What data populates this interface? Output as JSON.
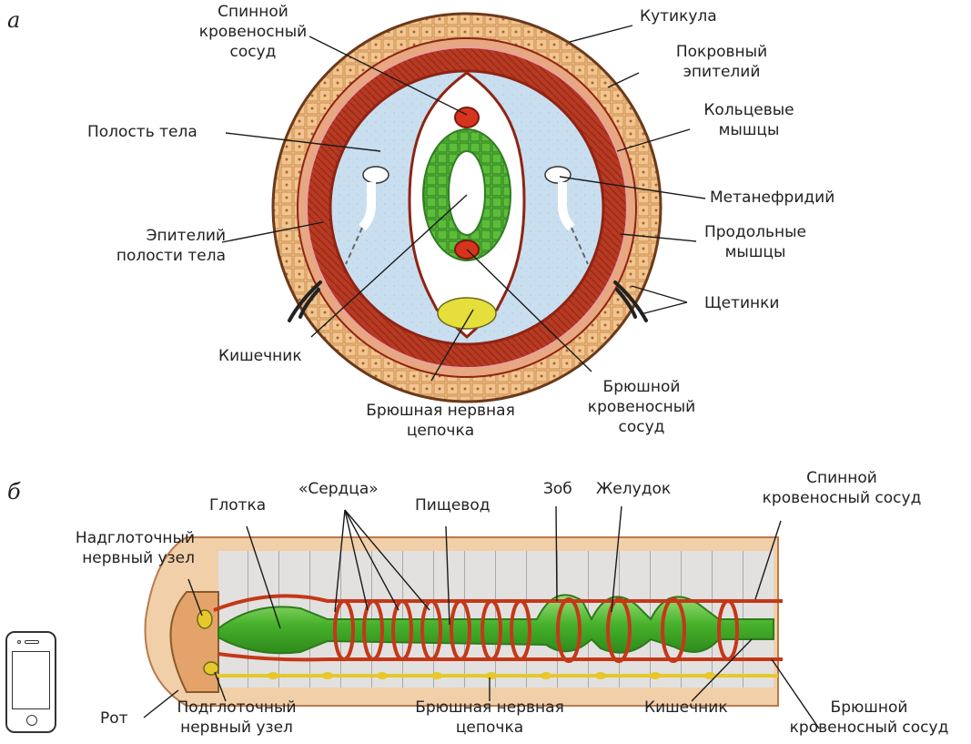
{
  "panel_a": {
    "letter": "а",
    "labels": {
      "dorsal_vessel": [
        "Спинной",
        "кровеносный",
        "сосуд"
      ],
      "cuticle": "Кутикула",
      "epithelium": [
        "Покровный",
        "эпителий"
      ],
      "circular_muscles": [
        "Кольцевые",
        "мышцы"
      ],
      "body_cavity": "Полость тела",
      "metanephridium": "Метанефридий",
      "cavity_epithelium": [
        "Эпителий",
        "полости тела"
      ],
      "longitudinal_muscles": [
        "Продольные",
        "мышцы"
      ],
      "setae": "Щетинки",
      "intestine": "Кишечник",
      "ventral_vessel": [
        "Брюшной",
        "кровеносный",
        "сосуд"
      ],
      "ventral_nerve_cord": [
        "Брюшная нервная",
        "цепочка"
      ]
    }
  },
  "panel_b": {
    "letter": "б",
    "labels": {
      "pharynx": "Глотка",
      "hearts": "«Сердца»",
      "esophagus": "Пищевод",
      "crop": "Зоб",
      "stomach": "Желудок",
      "dorsal_vessel": [
        "Спинной",
        "кровеносный сосуд"
      ],
      "supra_ganglion": [
        "Надглоточный",
        "нервный узел"
      ],
      "mouth": "Рот",
      "sub_ganglion": [
        "Подглоточный",
        "нервный узел"
      ],
      "ventral_nerve_cord": [
        "Брюшная нервная",
        "цепочка"
      ],
      "intestine": "Кишечник",
      "ventral_vessel": [
        "Брюшной",
        "кровеносный сосуд"
      ]
    }
  },
  "colors": {
    "outer_ring": "#f2c590",
    "muscle": "#b73a22",
    "cavity": "#c9dff0",
    "gut": "#5cbd3b",
    "vessel": "#d7341d",
    "nerve": "#e6de3a",
    "skin": "#f1cfa8",
    "line": "#1a1a1a"
  },
  "device_icon": "smartphone-icon"
}
